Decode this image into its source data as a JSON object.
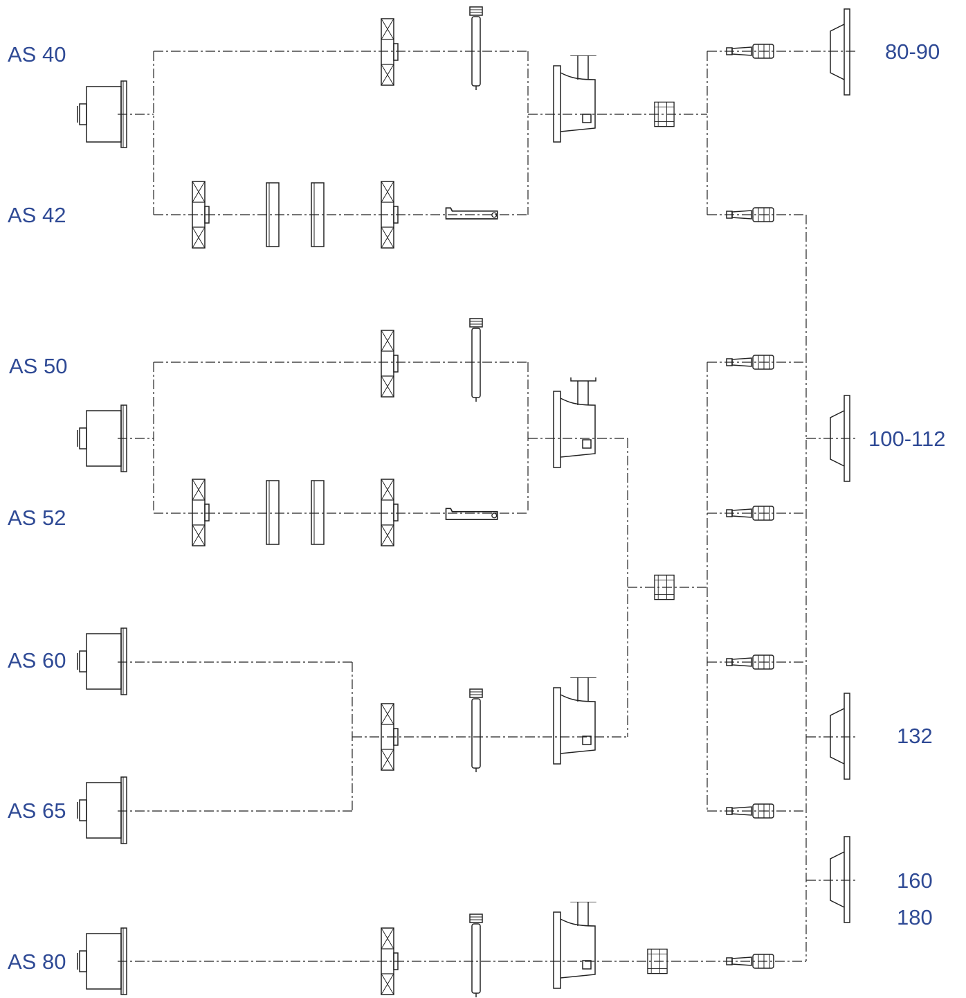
{
  "colors": {
    "label": "#2f4a95",
    "line": "#222222"
  },
  "labels_left": {
    "as40": "AS 40",
    "as42": "AS 42",
    "as50": "AS 50",
    "as52": "AS 52",
    "as60": "AS 60",
    "as65": "AS 65",
    "as80": "AS 80"
  },
  "labels_right": {
    "s80_90": "80-90",
    "s100_112": "100-112",
    "s132": "132",
    "s160": "160",
    "s180": "180"
  }
}
